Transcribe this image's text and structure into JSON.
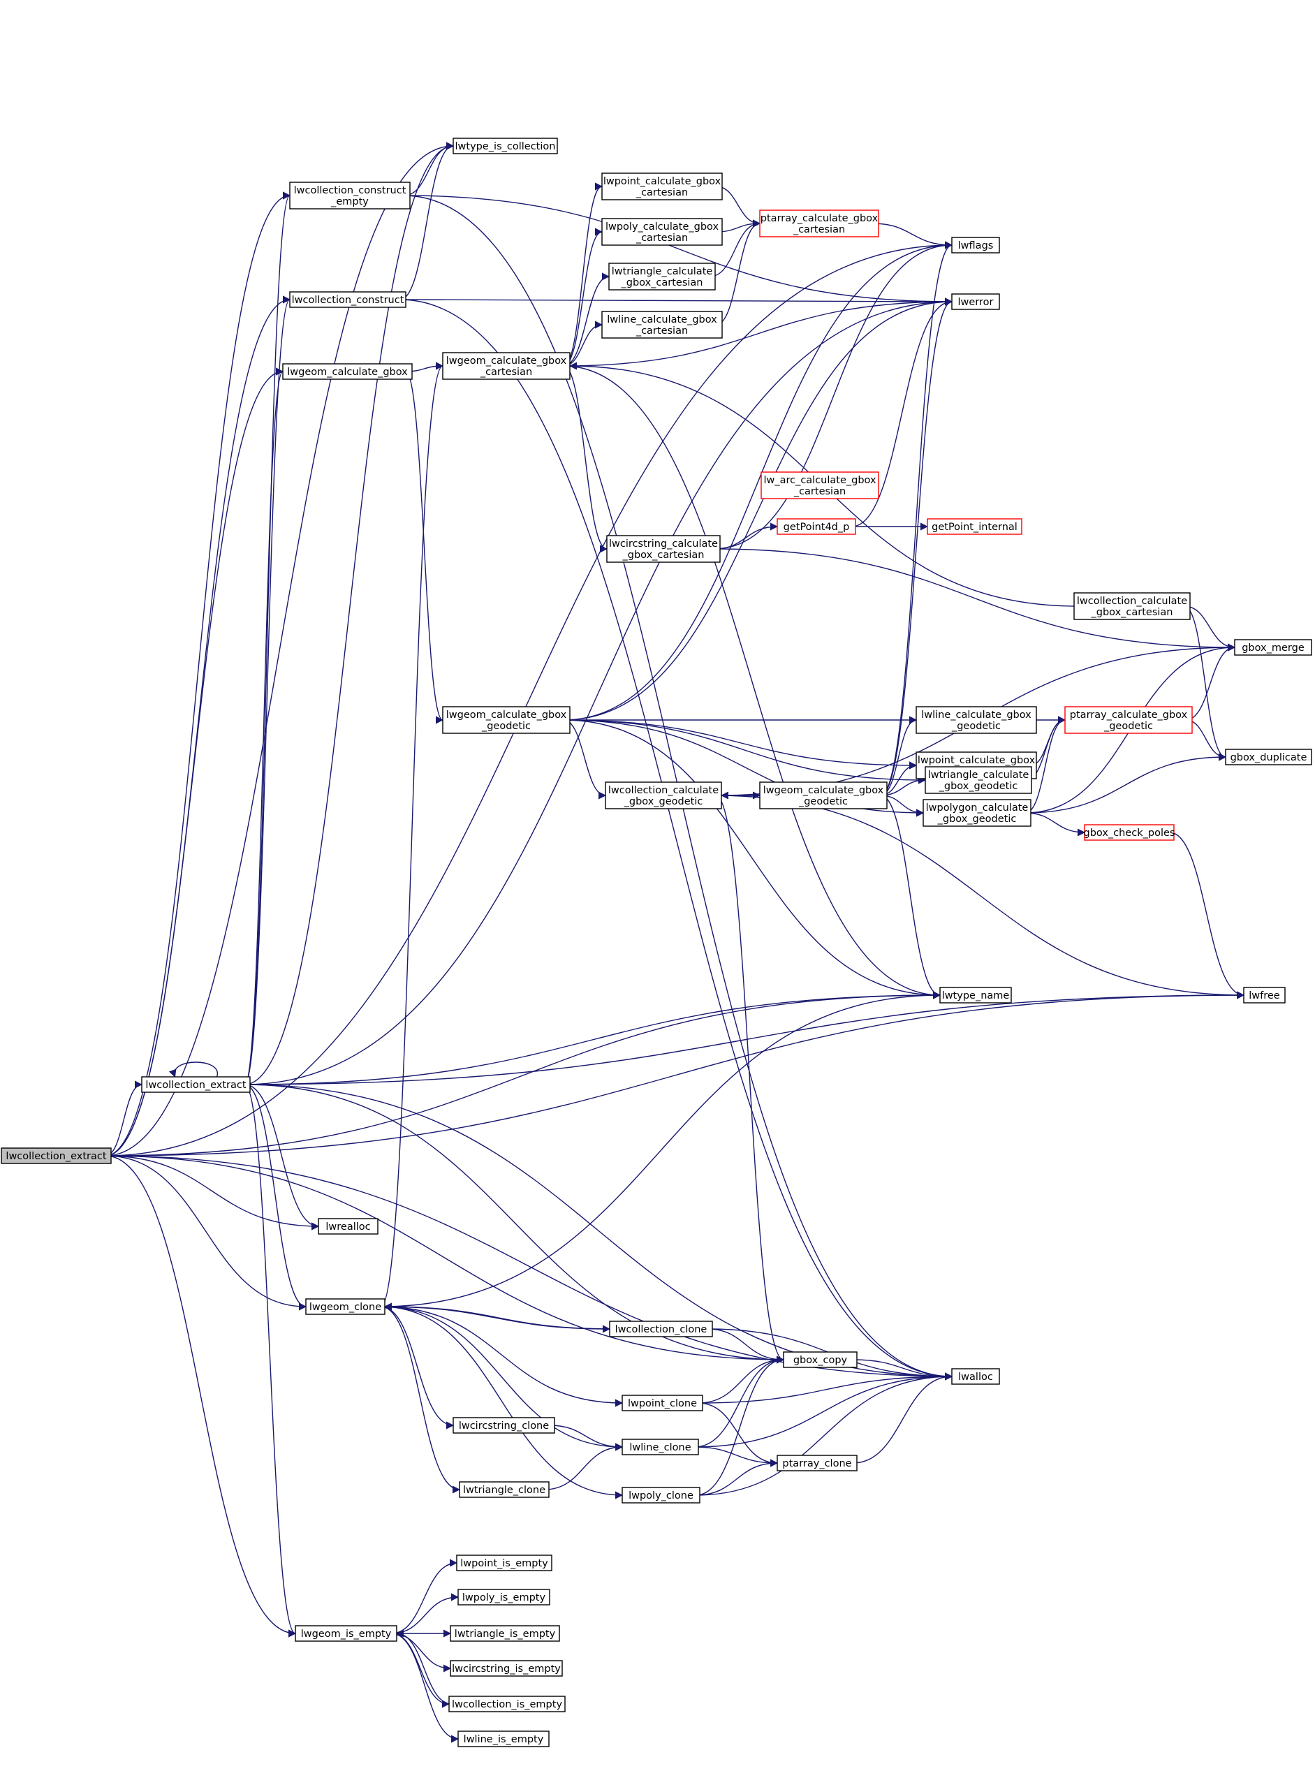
{
  "graph": {
    "root": "lwcollection_extract",
    "colors": {
      "edge": "#191970",
      "truncated_node_border": "#ff0000",
      "root_fill": "#bfbfbf",
      "node_border": "#000000"
    },
    "nodes": [
      {
        "id": "root",
        "label": [
          "lwcollection_extract"
        ],
        "root": true
      },
      {
        "id": "extract",
        "label": [
          "lwcollection_extract"
        ]
      },
      {
        "id": "construct_empty",
        "label": [
          "lwcollection_construct",
          "_empty"
        ]
      },
      {
        "id": "type_is_coll",
        "label": [
          "lwtype_is_collection"
        ]
      },
      {
        "id": "construct",
        "label": [
          "lwcollection_construct"
        ]
      },
      {
        "id": "calc_gbox",
        "label": [
          "lwgeom_calculate_gbox"
        ]
      },
      {
        "id": "lwflags",
        "label": [
          "lwflags"
        ]
      },
      {
        "id": "lwerror",
        "label": [
          "lwerror"
        ]
      },
      {
        "id": "lwpoint_cart",
        "label": [
          "lwpoint_calculate_gbox",
          "_cartesian"
        ]
      },
      {
        "id": "lwpoly_cart",
        "label": [
          "lwpoly_calculate_gbox",
          "_cartesian"
        ]
      },
      {
        "id": "lwtri_cart",
        "label": [
          "lwtriangle_calculate",
          "_gbox_cartesian"
        ]
      },
      {
        "id": "lwline_cart",
        "label": [
          "lwline_calculate_gbox",
          "_cartesian"
        ]
      },
      {
        "id": "pa_cart",
        "label": [
          "ptarray_calculate_gbox",
          "_cartesian"
        ],
        "truncated": true
      },
      {
        "id": "geom_cart",
        "label": [
          "lwgeom_calculate_gbox",
          "_cartesian"
        ]
      },
      {
        "id": "arc_cart",
        "label": [
          "lw_arc_calculate_gbox",
          "_cartesian"
        ],
        "truncated": true
      },
      {
        "id": "getpoint4d",
        "label": [
          "getPoint4d_p"
        ],
        "truncated": true
      },
      {
        "id": "getpoint_int",
        "label": [
          "getPoint_internal"
        ],
        "truncated": true
      },
      {
        "id": "circ_cart",
        "label": [
          "lwcircstring_calculate",
          "_gbox_cartesian"
        ]
      },
      {
        "id": "coll_cart",
        "label": [
          "lwcollection_calculate",
          "_gbox_cartesian"
        ]
      },
      {
        "id": "gbox_merge",
        "label": [
          "gbox_merge"
        ]
      },
      {
        "id": "geom_geod",
        "label": [
          "lwgeom_calculate_gbox",
          "_geodetic"
        ]
      },
      {
        "id": "line_geod",
        "label": [
          "lwline_calculate_gbox",
          "_geodetic"
        ]
      },
      {
        "id": "point_geod",
        "label": [
          "lwpoint_calculate_gbox",
          "_geodetic"
        ]
      },
      {
        "id": "pa_geod",
        "label": [
          "ptarray_calculate_gbox",
          "_geodetic"
        ],
        "truncated": true
      },
      {
        "id": "gbox_dup",
        "label": [
          "gbox_duplicate"
        ]
      },
      {
        "id": "tri_geod",
        "label": [
          "lwtriangle_calculate",
          "_gbox_geodetic"
        ]
      },
      {
        "id": "coll_geod",
        "label": [
          "lwcollection_calculate",
          "_gbox_geodetic"
        ]
      },
      {
        "id": "geom_geod2",
        "label": [
          "lwgeom_calculate_gbox",
          "_geodetic"
        ]
      },
      {
        "id": "poly_geod",
        "label": [
          "lwpolygon_calculate",
          "_gbox_geodetic"
        ]
      },
      {
        "id": "check_poles",
        "label": [
          "gbox_check_poles"
        ],
        "truncated": true
      },
      {
        "id": "lwtype_name",
        "label": [
          "lwtype_name"
        ]
      },
      {
        "id": "lwfree",
        "label": [
          "lwfree"
        ]
      },
      {
        "id": "lwrealloc",
        "label": [
          "lwrealloc"
        ]
      },
      {
        "id": "geom_clone",
        "label": [
          "lwgeom_clone"
        ]
      },
      {
        "id": "coll_clone",
        "label": [
          "lwcollection_clone"
        ]
      },
      {
        "id": "gbox_copy",
        "label": [
          "gbox_copy"
        ]
      },
      {
        "id": "lwalloc",
        "label": [
          "lwalloc"
        ]
      },
      {
        "id": "point_clone",
        "label": [
          "lwpoint_clone"
        ]
      },
      {
        "id": "circ_clone",
        "label": [
          "lwcircstring_clone"
        ]
      },
      {
        "id": "line_clone",
        "label": [
          "lwline_clone"
        ]
      },
      {
        "id": "pa_clone",
        "label": [
          "ptarray_clone"
        ]
      },
      {
        "id": "tri_clone",
        "label": [
          "lwtriangle_clone"
        ]
      },
      {
        "id": "poly_clone",
        "label": [
          "lwpoly_clone"
        ]
      },
      {
        "id": "point_empty",
        "label": [
          "lwpoint_is_empty"
        ]
      },
      {
        "id": "poly_empty",
        "label": [
          "lwpoly_is_empty"
        ]
      },
      {
        "id": "geom_empty",
        "label": [
          "lwgeom_is_empty"
        ]
      },
      {
        "id": "tri_empty",
        "label": [
          "lwtriangle_is_empty"
        ]
      },
      {
        "id": "circ_empty",
        "label": [
          "lwcircstring_is_empty"
        ]
      },
      {
        "id": "coll_empty",
        "label": [
          "lwcollection_is_empty"
        ]
      },
      {
        "id": "line_empty",
        "label": [
          "lwline_is_empty"
        ]
      }
    ],
    "edges": [
      [
        "root",
        "extract"
      ],
      [
        "root",
        "type_is_coll"
      ],
      [
        "root",
        "lwflags"
      ],
      [
        "root",
        "construct_empty"
      ],
      [
        "root",
        "construct"
      ],
      [
        "root",
        "calc_gbox"
      ],
      [
        "root",
        "lwtype_name"
      ],
      [
        "root",
        "lwfree"
      ],
      [
        "root",
        "lwrealloc"
      ],
      [
        "root",
        "geom_clone"
      ],
      [
        "root",
        "gbox_copy"
      ],
      [
        "root",
        "geom_empty"
      ],
      [
        "root",
        "lwalloc"
      ],
      [
        "extract",
        "extract"
      ],
      [
        "extract",
        "construct_empty"
      ],
      [
        "extract",
        "type_is_coll"
      ],
      [
        "extract",
        "construct"
      ],
      [
        "extract",
        "calc_gbox"
      ],
      [
        "extract",
        "lwerror"
      ],
      [
        "extract",
        "lwtype_name"
      ],
      [
        "extract",
        "lwfree"
      ],
      [
        "extract",
        "lwrealloc"
      ],
      [
        "extract",
        "geom_clone"
      ],
      [
        "extract",
        "gbox_copy"
      ],
      [
        "extract",
        "lwalloc"
      ],
      [
        "extract",
        "geom_empty"
      ],
      [
        "construct_empty",
        "type_is_coll"
      ],
      [
        "construct_empty",
        "lwerror"
      ],
      [
        "construct_empty",
        "lwalloc"
      ],
      [
        "construct",
        "type_is_coll"
      ],
      [
        "construct",
        "lwerror"
      ],
      [
        "construct",
        "lwalloc"
      ],
      [
        "calc_gbox",
        "geom_cart"
      ],
      [
        "calc_gbox",
        "geom_geod"
      ],
      [
        "geom_cart",
        "lwpoint_cart"
      ],
      [
        "geom_cart",
        "lwpoly_cart"
      ],
      [
        "geom_cart",
        "lwtri_cart"
      ],
      [
        "geom_cart",
        "lwline_cart"
      ],
      [
        "geom_cart",
        "lwerror"
      ],
      [
        "geom_cart",
        "circ_cart"
      ],
      [
        "geom_cart",
        "lwtype_name"
      ],
      [
        "lwpoint_cart",
        "pa_cart"
      ],
      [
        "lwpoly_cart",
        "pa_cart"
      ],
      [
        "lwtri_cart",
        "pa_cart"
      ],
      [
        "lwline_cart",
        "pa_cart"
      ],
      [
        "pa_cart",
        "lwflags"
      ],
      [
        "circ_cart",
        "lwflags"
      ],
      [
        "circ_cart",
        "getpoint4d"
      ],
      [
        "circ_cart",
        "gbox_merge"
      ],
      [
        "getpoint4d",
        "lwerror"
      ],
      [
        "getpoint4d",
        "getpoint_int"
      ],
      [
        "coll_cart",
        "geom_cart"
      ],
      [
        "coll_cart",
        "gbox_merge"
      ],
      [
        "coll_cart",
        "gbox_dup"
      ],
      [
        "geom_geod",
        "line_geod"
      ],
      [
        "geom_geod",
        "point_geod"
      ],
      [
        "geom_geod",
        "tri_geod"
      ],
      [
        "geom_geod",
        "coll_geod"
      ],
      [
        "geom_geod",
        "poly_geod"
      ],
      [
        "geom_geod",
        "lwtype_name"
      ],
      [
        "geom_geod",
        "lwflags"
      ],
      [
        "geom_geod",
        "lwerror"
      ],
      [
        "line_geod",
        "pa_geod"
      ],
      [
        "point_geod",
        "pa_geod"
      ],
      [
        "tri_geod",
        "pa_geod"
      ],
      [
        "pa_geod",
        "gbox_merge"
      ],
      [
        "pa_geod",
        "gbox_dup"
      ],
      [
        "coll_geod",
        "geom_geod2"
      ],
      [
        "coll_geod",
        "gbox_merge"
      ],
      [
        "coll_geod",
        "gbox_copy"
      ],
      [
        "coll_geod",
        "lwfree"
      ],
      [
        "geom_geod2",
        "coll_geod"
      ],
      [
        "geom_geod2",
        "line_geod"
      ],
      [
        "geom_geod2",
        "point_geod"
      ],
      [
        "geom_geod2",
        "tri_geod"
      ],
      [
        "geom_geod2",
        "poly_geod"
      ],
      [
        "geom_geod2",
        "lwflags"
      ],
      [
        "geom_geod2",
        "lwerror"
      ],
      [
        "geom_geod2",
        "lwtype_name"
      ],
      [
        "poly_geod",
        "pa_geod"
      ],
      [
        "poly_geod",
        "gbox_merge"
      ],
      [
        "poly_geod",
        "gbox_dup"
      ],
      [
        "poly_geod",
        "check_poles"
      ],
      [
        "check_poles",
        "lwfree"
      ],
      [
        "geom_clone",
        "coll_clone"
      ],
      [
        "geom_clone",
        "point_clone"
      ],
      [
        "geom_clone",
        "circ_clone"
      ],
      [
        "geom_clone",
        "line_clone"
      ],
      [
        "geom_clone",
        "tri_clone"
      ],
      [
        "geom_clone",
        "poly_clone"
      ],
      [
        "geom_clone",
        "lwtype_name"
      ],
      [
        "geom_clone",
        "geom_cart"
      ],
      [
        "coll_clone",
        "geom_clone"
      ],
      [
        "coll_clone",
        "gbox_copy"
      ],
      [
        "coll_clone",
        "lwalloc"
      ],
      [
        "gbox_copy",
        "lwalloc"
      ],
      [
        "point_clone",
        "gbox_copy"
      ],
      [
        "point_clone",
        "lwalloc"
      ],
      [
        "point_clone",
        "pa_clone"
      ],
      [
        "circ_clone",
        "line_clone"
      ],
      [
        "line_clone",
        "gbox_copy"
      ],
      [
        "line_clone",
        "lwalloc"
      ],
      [
        "line_clone",
        "pa_clone"
      ],
      [
        "tri_clone",
        "line_clone"
      ],
      [
        "pa_clone",
        "lwalloc"
      ],
      [
        "poly_clone",
        "gbox_copy"
      ],
      [
        "poly_clone",
        "lwalloc"
      ],
      [
        "poly_clone",
        "pa_clone"
      ],
      [
        "geom_empty",
        "point_empty"
      ],
      [
        "geom_empty",
        "poly_empty"
      ],
      [
        "geom_empty",
        "tri_empty"
      ],
      [
        "geom_empty",
        "circ_empty"
      ],
      [
        "geom_empty",
        "coll_empty"
      ],
      [
        "geom_empty",
        "line_empty"
      ],
      [
        "coll_empty",
        "geom_empty"
      ]
    ]
  }
}
